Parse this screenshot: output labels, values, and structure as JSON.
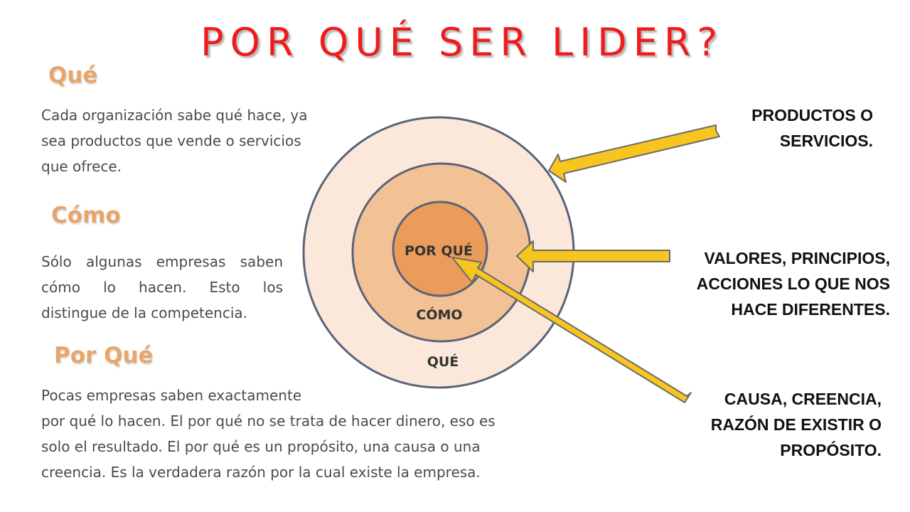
{
  "title": "POR QUÉ SER LIDER?",
  "sections": [
    {
      "heading": "Qué",
      "lines": [
        "Cada organización sabe qué hace, ya",
        "sea productos que vende o servicios",
        "que ofrece."
      ]
    },
    {
      "heading": "Cómo",
      "lines": [
        "Sólo algunas empresas saben",
        "cómo lo hacen. Esto los",
        "distingue de la competencia."
      ]
    },
    {
      "heading": "Por Qué",
      "lines": [
        "Pocas empresas saben exactamente",
        "por qué lo hacen. El por qué no se trata de hacer dinero, eso es",
        "solo el resultado. El por qué es un propósito, una causa o una",
        "creencia. Es la verdadera razón por la cual existe la empresa."
      ]
    }
  ],
  "circle_labels": {
    "inner": "POR QUÉ",
    "middle": "CÓMO",
    "outer": "QUÉ"
  },
  "callouts": [
    {
      "lines": [
        "PRODUCTOS O",
        "SERVICIOS."
      ]
    },
    {
      "lines": [
        "VALORES, PRINCIPIOS,",
        "ACCIONES LO QUE NOS",
        "HACE DIFERENTES."
      ]
    },
    {
      "lines": [
        "CAUSA, CREENCIA,",
        "RAZÓN DE EXISTIR O",
        "PROPÓSITO."
      ]
    }
  ],
  "colors": {
    "title": "#ee1c1c",
    "heading": "#e9a469",
    "outer_ring": "#fce8da",
    "middle_ring": "#f3c196",
    "inner_ring": "#eb9b5a",
    "ring_stroke": "#5a6378",
    "arrow_fill": "#f7c51e",
    "arrow_stroke": "#6b6b6b"
  }
}
